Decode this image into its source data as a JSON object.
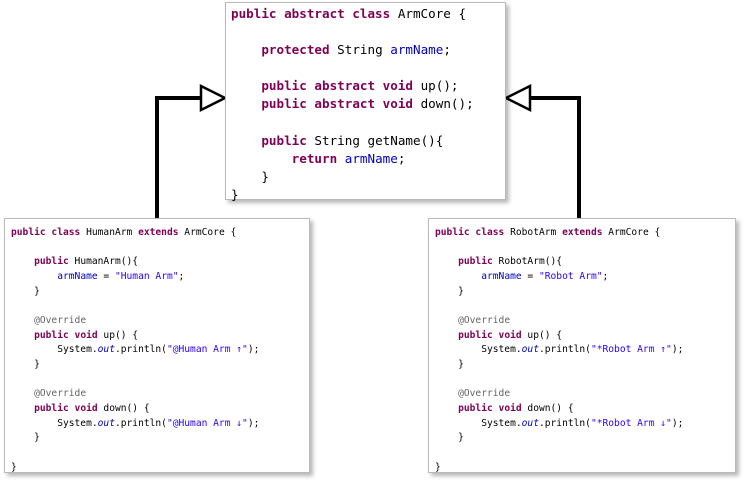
{
  "colors": {
    "keyword": "#7f0055",
    "plain": "#000000",
    "field": "#0000c0",
    "string": "#2a00ff",
    "annotation": "#646464"
  },
  "boxes": {
    "arm_core": {
      "lines": [
        [
          [
            "kw",
            "public abstract class "
          ],
          [
            "pl",
            "ArmCore {"
          ]
        ],
        [],
        [
          [
            "pl",
            "    "
          ],
          [
            "kw",
            "protected "
          ],
          [
            "pl",
            "String "
          ],
          [
            "fd",
            "armName"
          ],
          [
            "pl",
            ";"
          ]
        ],
        [],
        [
          [
            "pl",
            "    "
          ],
          [
            "kw",
            "public abstract void "
          ],
          [
            "pl",
            "up();"
          ]
        ],
        [
          [
            "pl",
            "    "
          ],
          [
            "kw",
            "public abstract void "
          ],
          [
            "pl",
            "down();"
          ]
        ],
        [],
        [
          [
            "pl",
            "    "
          ],
          [
            "kw",
            "public "
          ],
          [
            "pl",
            "String getName(){"
          ]
        ],
        [
          [
            "pl",
            "        "
          ],
          [
            "kw",
            "return "
          ],
          [
            "fd",
            "armName"
          ],
          [
            "pl",
            ";"
          ]
        ],
        [
          [
            "pl",
            "    }"
          ]
        ],
        [
          [
            "pl",
            "}"
          ]
        ]
      ]
    },
    "human_arm": {
      "lines": [
        [
          [
            "kw",
            "public class "
          ],
          [
            "pl",
            "HumanArm "
          ],
          [
            "kw",
            "extends "
          ],
          [
            "pl",
            "ArmCore {"
          ]
        ],
        [],
        [
          [
            "pl",
            "    "
          ],
          [
            "kw",
            "public "
          ],
          [
            "pl",
            "HumanArm(){"
          ]
        ],
        [
          [
            "pl",
            "        "
          ],
          [
            "fd",
            "armName"
          ],
          [
            "pl",
            " = "
          ],
          [
            "st",
            "\"Human Arm\""
          ],
          [
            "pl",
            ";"
          ]
        ],
        [
          [
            "pl",
            "    }"
          ]
        ],
        [],
        [
          [
            "pl",
            "    "
          ],
          [
            "an",
            "@Override"
          ]
        ],
        [
          [
            "pl",
            "    "
          ],
          [
            "kw",
            "public void "
          ],
          [
            "pl",
            "up() {"
          ]
        ],
        [
          [
            "pl",
            "        System."
          ],
          [
            "it",
            "out"
          ],
          [
            "pl",
            ".println("
          ],
          [
            "st",
            "\"@Human Arm ↑\""
          ],
          [
            "pl",
            ");"
          ]
        ],
        [
          [
            "pl",
            "    }"
          ]
        ],
        [],
        [
          [
            "pl",
            "    "
          ],
          [
            "an",
            "@Override"
          ]
        ],
        [
          [
            "pl",
            "    "
          ],
          [
            "kw",
            "public void "
          ],
          [
            "pl",
            "down() {"
          ]
        ],
        [
          [
            "pl",
            "        System."
          ],
          [
            "it",
            "out"
          ],
          [
            "pl",
            ".println("
          ],
          [
            "st",
            "\"@Human Arm ↓\""
          ],
          [
            "pl",
            ");"
          ]
        ],
        [
          [
            "pl",
            "    }"
          ]
        ],
        [],
        [
          [
            "pl",
            "}"
          ]
        ]
      ]
    },
    "robot_arm": {
      "lines": [
        [
          [
            "kw",
            "public class "
          ],
          [
            "pl",
            "RobotArm "
          ],
          [
            "kw",
            "extends "
          ],
          [
            "pl",
            "ArmCore {"
          ]
        ],
        [],
        [
          [
            "pl",
            "    "
          ],
          [
            "kw",
            "public "
          ],
          [
            "pl",
            "RobotArm(){"
          ]
        ],
        [
          [
            "pl",
            "        "
          ],
          [
            "fd",
            "armName"
          ],
          [
            "pl",
            " = "
          ],
          [
            "st",
            "\"Robot Arm\""
          ],
          [
            "pl",
            ";"
          ]
        ],
        [
          [
            "pl",
            "    }"
          ]
        ],
        [],
        [
          [
            "pl",
            "    "
          ],
          [
            "an",
            "@Override"
          ]
        ],
        [
          [
            "pl",
            "    "
          ],
          [
            "kw",
            "public void "
          ],
          [
            "pl",
            "up() {"
          ]
        ],
        [
          [
            "pl",
            "        System."
          ],
          [
            "it",
            "out"
          ],
          [
            "pl",
            ".println("
          ],
          [
            "st",
            "\"*Robot Arm ↑\""
          ],
          [
            "pl",
            ");"
          ]
        ],
        [
          [
            "pl",
            "    }"
          ]
        ],
        [],
        [
          [
            "pl",
            "    "
          ],
          [
            "an",
            "@Override"
          ]
        ],
        [
          [
            "pl",
            "    "
          ],
          [
            "kw",
            "public void "
          ],
          [
            "pl",
            "down() {"
          ]
        ],
        [
          [
            "pl",
            "        System."
          ],
          [
            "it",
            "out"
          ],
          [
            "pl",
            ".println("
          ],
          [
            "st",
            "\"*Robot Arm ↓\""
          ],
          [
            "pl",
            ");"
          ]
        ],
        [
          [
            "pl",
            "    }"
          ]
        ],
        [],
        [
          [
            "pl",
            "}"
          ]
        ]
      ]
    }
  },
  "relations": [
    {
      "from": "human_arm",
      "to": "arm_core",
      "type": "inheritance"
    },
    {
      "from": "robot_arm",
      "to": "arm_core",
      "type": "inheritance"
    }
  ]
}
